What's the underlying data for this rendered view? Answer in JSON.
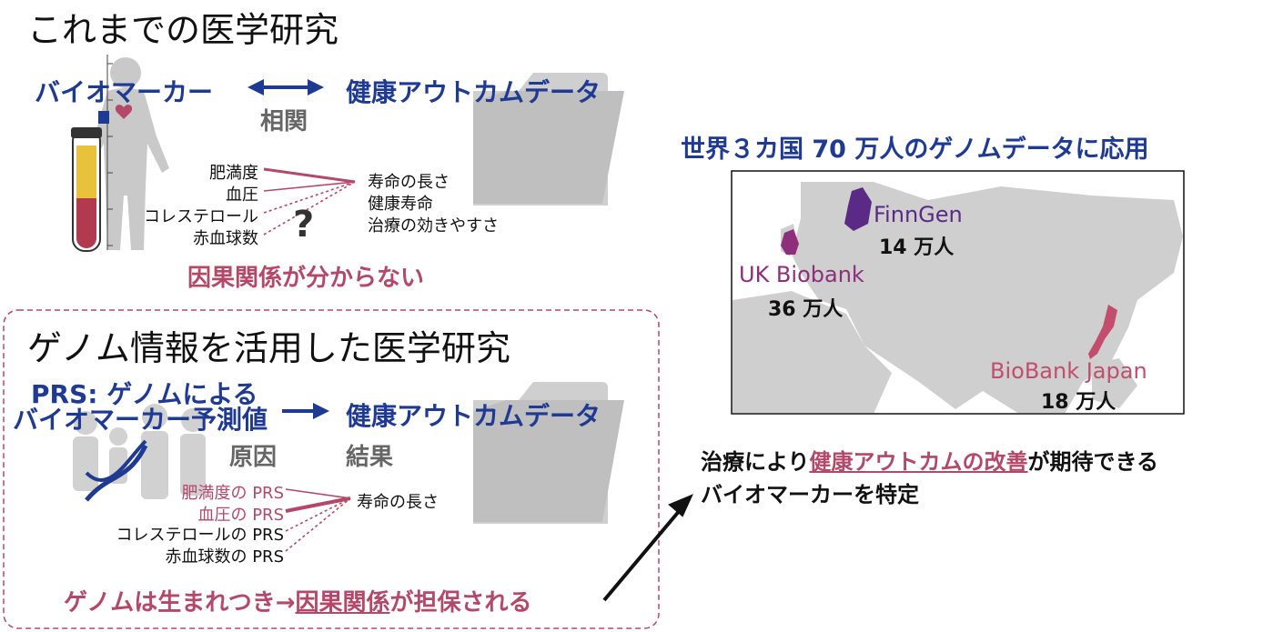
{
  "top": {
    "title": "これまでの医学研究",
    "biomarker": "バイオマーカー",
    "outcome": "健康アウトカムデータ",
    "correlation": "相関",
    "traits": [
      "肥満度",
      "血圧",
      "コレステロール",
      "赤血球数"
    ],
    "outcomes": [
      "寿命の長さ",
      "健康寿命",
      "治療の効きやすさ"
    ],
    "question": "?",
    "causality_unknown": "因果関係が分からない"
  },
  "bottom": {
    "title": "ゲノム情報を活用した医学研究",
    "prs_line1": "PRS: ゲノムによる",
    "prs_line2": "バイオマーカー予測値",
    "outcome": "寿命の長さ",
    "cause": "原因",
    "effect": "結果",
    "prs_traits": [
      "肥満度の PRS",
      "血圧の PRS",
      "コレステロールの PRS",
      "赤血球数の PRS"
    ],
    "conclusion_a": "ゲノムは生まれつき→",
    "conclusion_b": "因果関係",
    "conclusion_c": "が担保される"
  },
  "map": {
    "title": "世界３カ国 70 万人のゲノムデータに応用",
    "finngen": "FinnGen",
    "finngen_n": "14 万人",
    "ukb": "UK Biobank",
    "ukb_n": "36 万人",
    "bbj": "BioBank Japan",
    "bbj_n": "18 万人",
    "colors": {
      "finngen": "#5a2a86",
      "ukb": "#8e2f7c",
      "bbj": "#c24d6c",
      "land": "#cfcfcf"
    }
  },
  "result": {
    "line1_a": "治療により",
    "line1_b": "健康アウトカムの改善",
    "line1_c": "が期待できる",
    "line2": "バイオマーカーを特定"
  },
  "colors": {
    "navy": "#1f3a93",
    "rose": "#b4486a"
  }
}
